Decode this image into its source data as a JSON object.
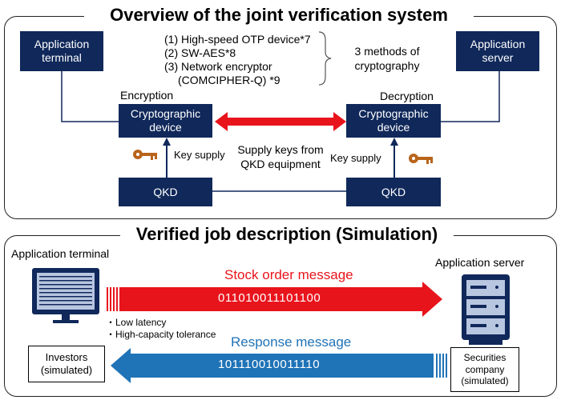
{
  "top": {
    "title": "Overview of the joint verification system",
    "app_terminal": "Application terminal",
    "app_server": "Application server",
    "methods": [
      "(1) High-speed OTP device*7",
      "(2) SW-AES*8",
      "(3) Network encryptor",
      "(COMCIPHER-Q) *9"
    ],
    "methods_summary": "3 methods of cryptography",
    "encryption_label": "Encryption",
    "decryption_label": "Decryption",
    "crypto_device": "Cryptographic device",
    "key_supply": "Key supply",
    "supply_keys_text": "Supply keys from QKD equipment",
    "qkd": "QKD"
  },
  "bottom": {
    "title": "Verified job description (Simulation)",
    "app_terminal": "Application terminal",
    "app_server": "Application server",
    "stock_order": "Stock order message",
    "stock_bits": "011010011101100",
    "response": "Response message",
    "response_bits": "101110010011110",
    "notes": [
      "・Low latency",
      "・High-capacity tolerance"
    ],
    "investors": "Investors (simulated)",
    "securities": "Securities company (simulated)"
  },
  "colors": {
    "navy": "#10285a",
    "red": "#e8141c",
    "blue": "#1f73b7",
    "key": "#b8641a"
  }
}
